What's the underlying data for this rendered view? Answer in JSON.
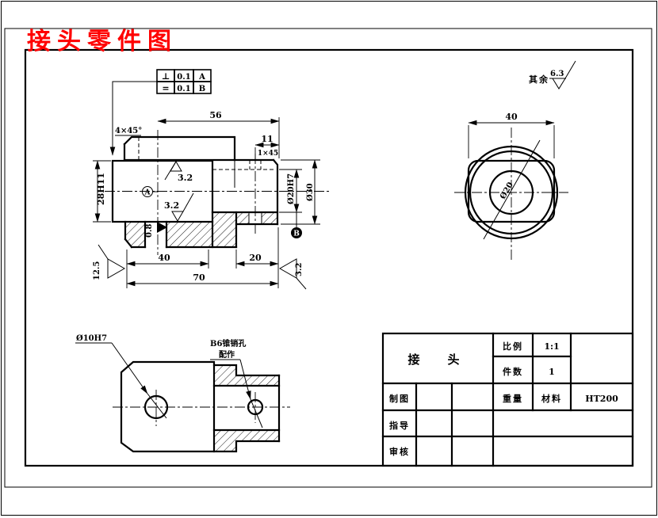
{
  "page": {
    "red_title": "接头零件图"
  },
  "general_note": {
    "prefix": "其余",
    "value": "6.3"
  },
  "tolerances": [
    {
      "symbol": "⊥",
      "value": "0.1",
      "datum": "A"
    },
    {
      "symbol": "=",
      "value": "0.1",
      "datum": "B"
    }
  ],
  "front_view": {
    "chamfer_left": "4×45°",
    "len_top": "56",
    "len_end": "11",
    "chamfer_right": "1×45",
    "slot_height": "28H11",
    "bore": "Ø20H7",
    "outer_dia": "Ø30",
    "len_block": "40",
    "len_cyl": "20",
    "len_total": "70",
    "rough_top": "3.2",
    "rough_bottom": "3.2",
    "rough_hole": "0.8",
    "rough_left_face": "12.5",
    "rough_right_face": "3.2",
    "datum_a": "A",
    "datum_b": "B"
  },
  "side_view": {
    "width": "40",
    "bore": "Ø20"
  },
  "bottom_view": {
    "hole_label": "Ø10H7",
    "pin_label_line1": "B6锥销孔",
    "pin_label_line2": "配作"
  },
  "title_block": {
    "part_name": "接　头",
    "scale_label": "比例",
    "scale_value": "1:1",
    "qty_label": "件数",
    "qty_value": "1",
    "drawn_label": "制图",
    "weight_label": "重量",
    "material_label": "材料",
    "material_value": "HT200",
    "guide_label": "指导",
    "check_label": "审核"
  }
}
